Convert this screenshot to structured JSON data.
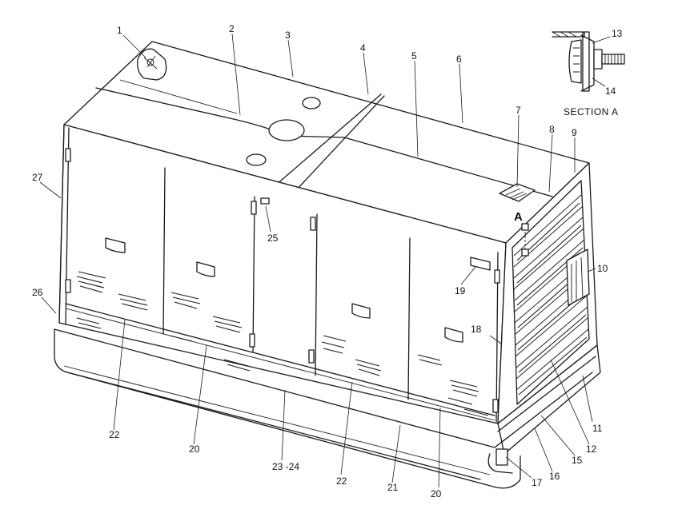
{
  "section_title": "SECTION A",
  "section_marker": "A",
  "callouts": {
    "c1": "1",
    "c2": "2",
    "c3": "3",
    "c4": "4",
    "c5": "5",
    "c6": "6",
    "c7": "7",
    "c8": "8",
    "c9": "9",
    "c10": "10",
    "c11": "11",
    "c12": "12",
    "c13": "13",
    "c14": "14",
    "c15": "15",
    "c16": "16",
    "c17": "17",
    "c18": "18",
    "c19": "19",
    "c20a": "20",
    "c20b": "20",
    "c21": "21",
    "c22a": "22",
    "c22b": "22",
    "c23_24": "23 -24",
    "c25": "25",
    "c26": "26",
    "c27": "27"
  }
}
